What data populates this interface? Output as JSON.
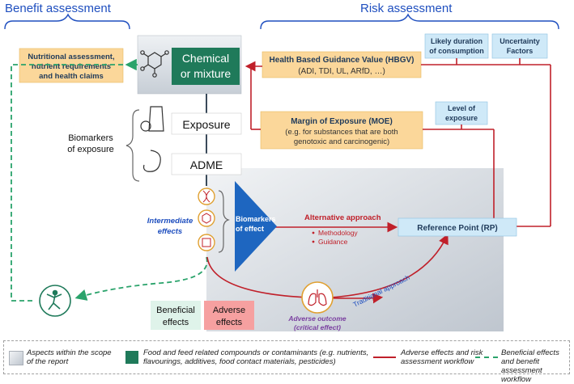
{
  "sections": {
    "benefit": "Benefit assessment",
    "risk": "Risk assessment"
  },
  "boxes": {
    "nutritional": [
      "Nutritional assessment,",
      "nutrient requirements",
      "and health claims"
    ],
    "chemical": [
      "Chemical",
      "or mixture"
    ],
    "hbgv_title": "Health Based Guidance Value (HBGV)",
    "hbgv_sub": "(ADI, TDI, UL, ARfD, …)",
    "duration": [
      "Likely duration",
      "of consumption"
    ],
    "uncertainty": [
      "Uncertainty",
      "Factors"
    ],
    "moe_title": "Margin of Exposure (MOE)",
    "moe_sub": [
      "(e.g. for substances that are both",
      "genotoxic and carcinogenic)"
    ],
    "level_exposure": [
      "Level of",
      "exposure"
    ],
    "exposure": "Exposure",
    "adme": "ADME",
    "biomarkers_exposure": [
      "Biomarkers",
      "of exposure"
    ],
    "intermediate": [
      "Intermediate",
      "effects"
    ],
    "biomarkers_effect": [
      "Biomarkers",
      "of effect"
    ],
    "alternative": "Alternative approach",
    "methodology": "Methodology",
    "guidance": "Guidance",
    "reference_point": "Reference Point (RP)",
    "traditional": "Traditional approach",
    "beneficial": [
      "Beneficial",
      "effects"
    ],
    "adverse": [
      "Adverse",
      "effects"
    ],
    "adverse_outcome": [
      "Adverse outcome",
      "(critical effect)"
    ]
  },
  "legend": {
    "scope": [
      "Aspects within the scope",
      "of the report"
    ],
    "compounds": [
      "Food and feed related compounds or contaminants (e.g. nutrients,",
      "flavourings, additives, food contact materials, pesticides)"
    ],
    "adverse_workflow": [
      "Adverse effects and risk",
      "assessment workflow"
    ],
    "beneficial_workflow": [
      "Beneficial effects and benefit",
      "assessment workflow"
    ]
  },
  "colors": {
    "orange_box": "#fbd79a",
    "blue_box": "#cfe9f8",
    "green": "#1f7a5a",
    "red": "#c0202a",
    "dash_green": "#2aa36b",
    "navy": "#1f4fbf",
    "triangle": "#1e66c0",
    "grey_panel": "#cfd4db",
    "purple": "#7a3fa0",
    "beneficial_bg": "#dff3ea",
    "adverse_bg": "#f6a0a0"
  }
}
